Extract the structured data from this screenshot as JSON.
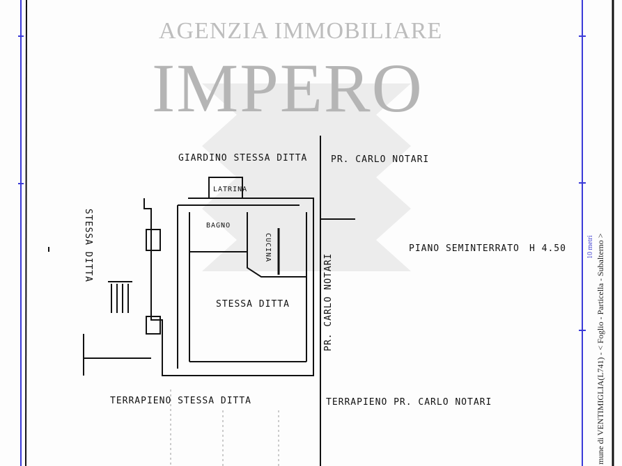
{
  "plan": {
    "labels": {
      "garden": "GIARDINO STESSA DITTA",
      "owner_top": "PR. CARLO NOTARI",
      "latrine": "LATRINA",
      "bathroom": "BAGNO",
      "kitchen": "CUCINA",
      "left_side": "STESSA DITTA",
      "main_room": "STESSA DITTA",
      "right_side": "PR. CARLO NOTARI",
      "floor_title": "PIANO SEMINTERRATO",
      "height": "H 4.50",
      "bottom_left": "TERRAPIENO STESSA DITTA",
      "bottom_right": "TERRAPIENO PR. CARLO NOTARI"
    }
  },
  "margin": {
    "cadastral_text": "mune di VENTIMIGLIA(L741) - < Foglio    - Particella    - Subalterno    >",
    "scale_label": "10 metri"
  },
  "watermark": {
    "line1": "AGENZIA IMMOBILIARE",
    "line2": "IMPERO"
  },
  "colors": {
    "frame_blue": "#3a3ad8",
    "ink": "#111111",
    "watermark": "#b8b8b8"
  }
}
